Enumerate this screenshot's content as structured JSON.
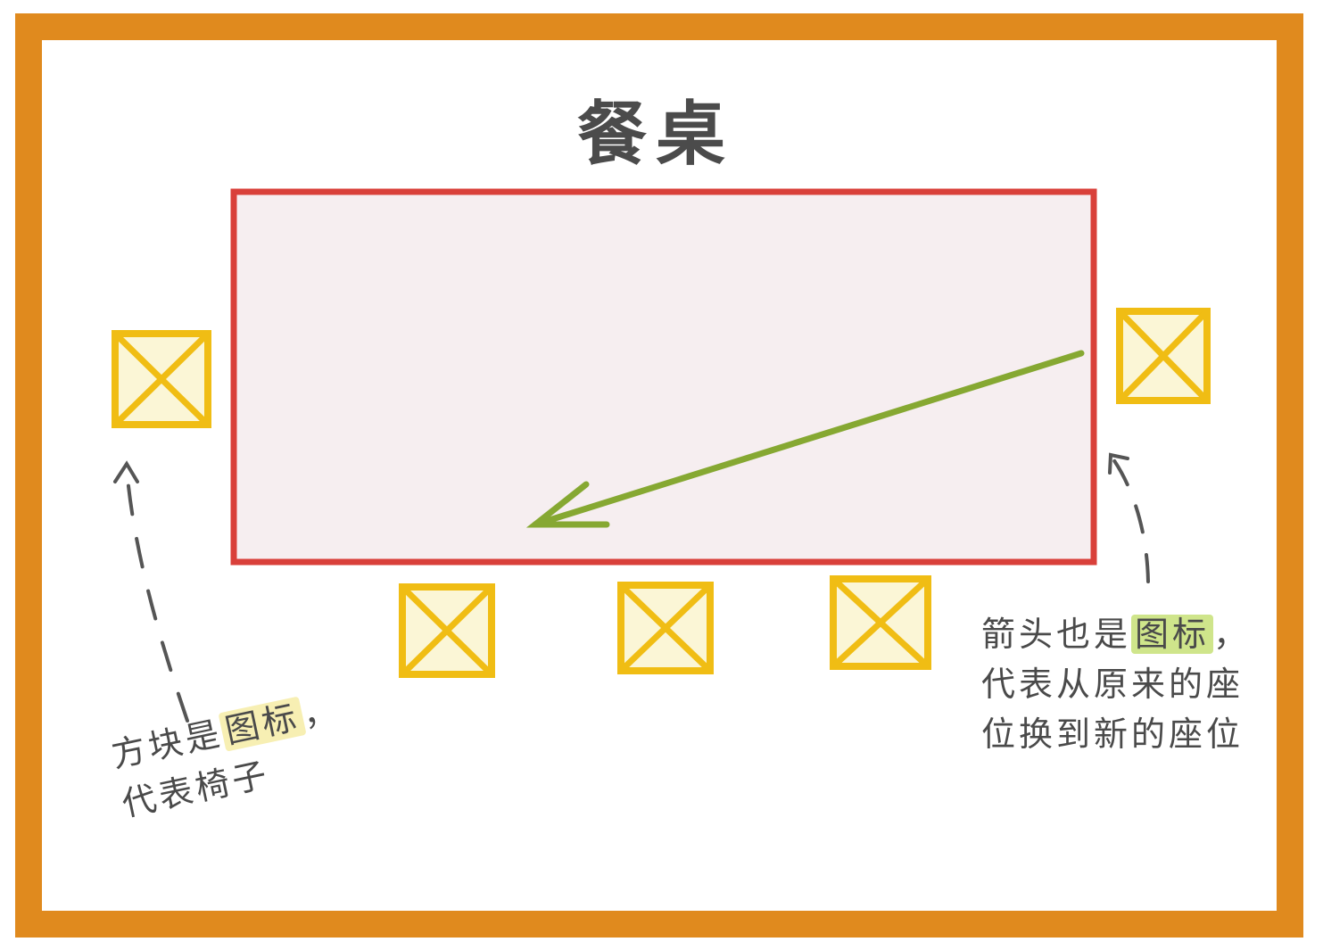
{
  "title": "餐桌",
  "left_note": {
    "line1_prefix": "方块是",
    "line1_highlight": "图标",
    "line1_suffix": "，",
    "line2": "代表椅子"
  },
  "right_note": {
    "line1_prefix": "箭头也是",
    "line1_highlight": "图标",
    "line1_suffix": "，",
    "line2": "代表从原来的座",
    "line3": "位换到新的座位"
  },
  "colors": {
    "frame": "#e08a1e",
    "table_border": "#d9403a",
    "table_fill": "#f6eef0",
    "chair_border": "#f0bd14",
    "chair_fill": "#fbf6d6",
    "arrow": "#86a832",
    "note_arrow": "#555555",
    "highlight_left": "#f7efb3",
    "highlight_right": "#cfe58b"
  },
  "icons": {
    "chair": "chair-icon",
    "move_arrow": "move-arrow-icon"
  }
}
